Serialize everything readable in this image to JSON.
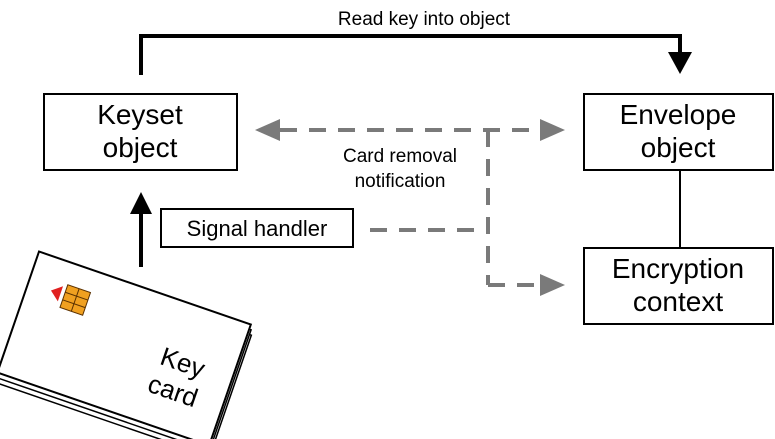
{
  "boxes": {
    "keyset": [
      "Keyset",
      "object"
    ],
    "envelope": [
      "Envelope",
      "object"
    ],
    "encryption": [
      "Encryption",
      "context"
    ],
    "signal_handler": "Signal handler"
  },
  "labels": {
    "read_key": "Read key into object",
    "card_removal": [
      "Card removal",
      "notification"
    ]
  },
  "card": {
    "text": [
      "Key",
      "card"
    ]
  },
  "colors": {
    "solid_line": "#000000",
    "dashed_line": "#7a7a7a",
    "chip_orange": "#f0a020",
    "chip_red": "#e02020"
  }
}
